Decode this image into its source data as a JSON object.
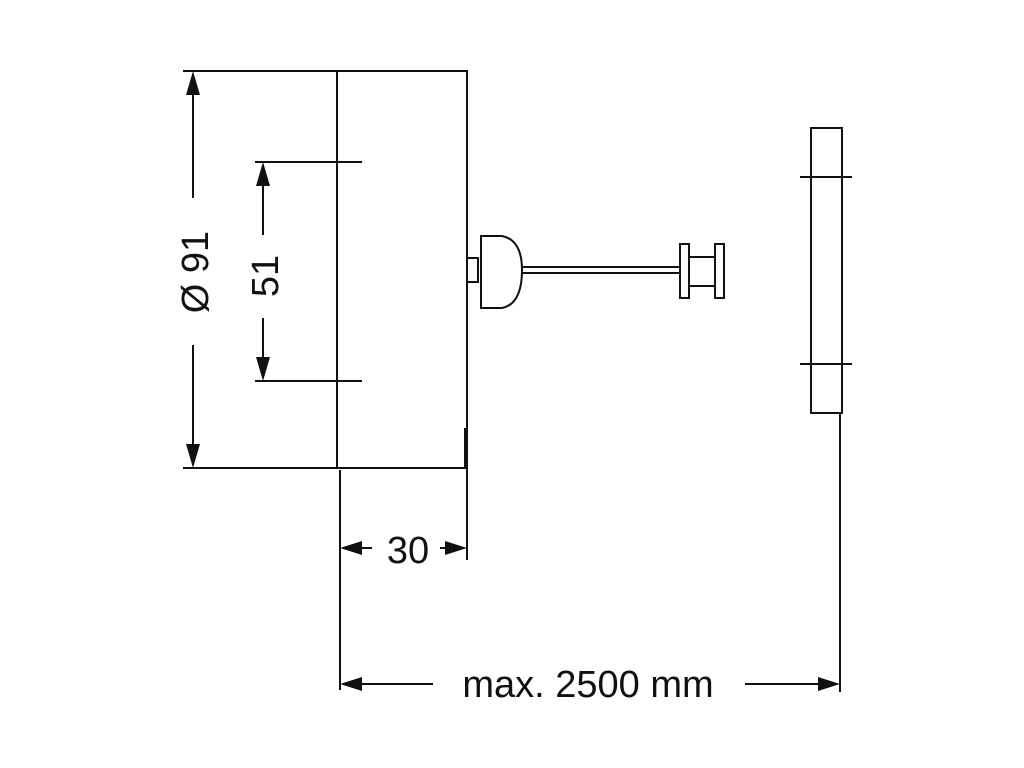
{
  "dimensions": {
    "diameter": "Ø 91",
    "hole_spacing": "51",
    "depth": "30",
    "max_length": "max. 2500 mm"
  }
}
